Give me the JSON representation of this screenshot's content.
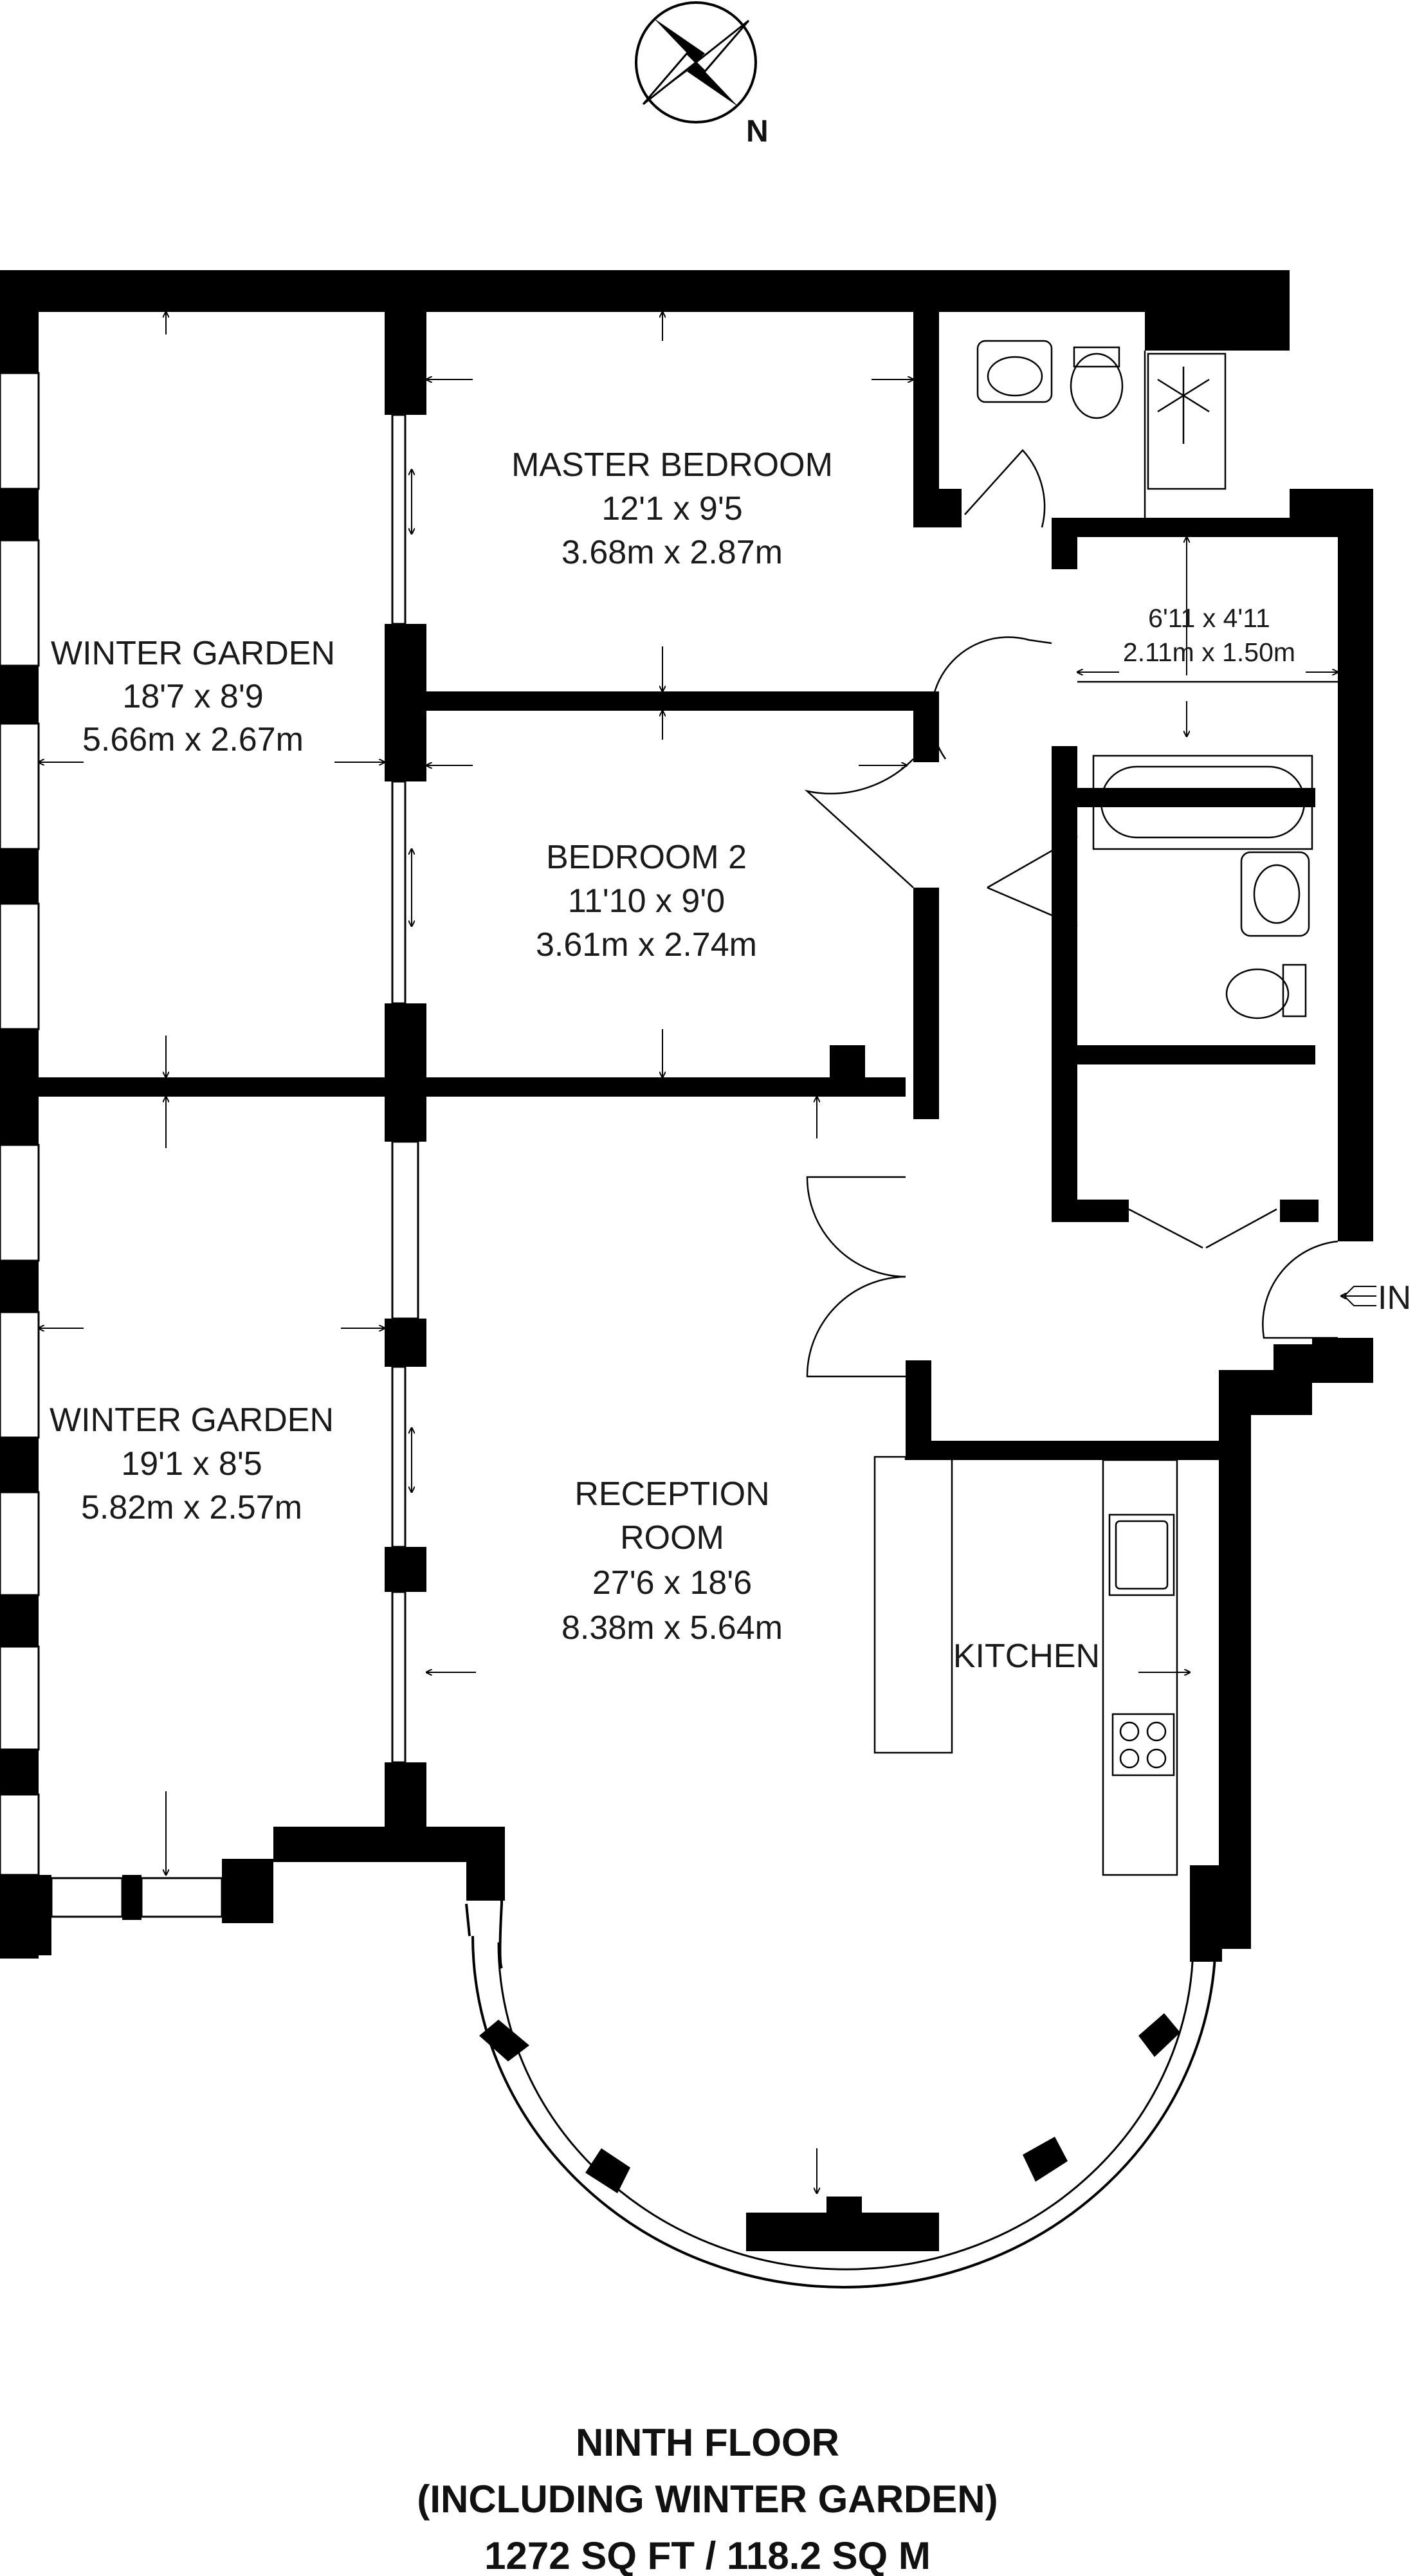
{
  "compass": {
    "north_label": "N"
  },
  "rooms": [
    {
      "id": "winter-garden-upper",
      "name": "WINTER GARDEN",
      "imperial": "18'7 x 8'9",
      "metric": "5.66m x 2.67m"
    },
    {
      "id": "master-bedroom",
      "name": "MASTER BEDROOM",
      "imperial": "12'1 x 9'5",
      "metric": "3.68m x 2.87m"
    },
    {
      "id": "bedroom-2",
      "name": "BEDROOM 2",
      "imperial": "11'10 x 9'0",
      "metric": "3.61m x 2.74m"
    },
    {
      "id": "small-room",
      "name": "",
      "imperial": "6'11 x 4'11",
      "metric": "2.11m x 1.50m"
    },
    {
      "id": "winter-garden-lower",
      "name": "WINTER GARDEN",
      "imperial": "19'1 x 8'5",
      "metric": "5.82m x 2.57m"
    },
    {
      "id": "reception-room",
      "name_line1": "RECEPTION",
      "name_line2": "ROOM",
      "imperial": "27'6 x 18'6",
      "metric": "8.38m x 5.64m"
    },
    {
      "id": "kitchen",
      "name": "KITCHEN"
    }
  ],
  "entrance": {
    "label": "IN"
  },
  "caption": {
    "line1": "NINTH FLOOR",
    "line2": "(INCLUDING WINTER GARDEN)",
    "line3": "1272 SQ FT / 118.2 SQ M"
  }
}
